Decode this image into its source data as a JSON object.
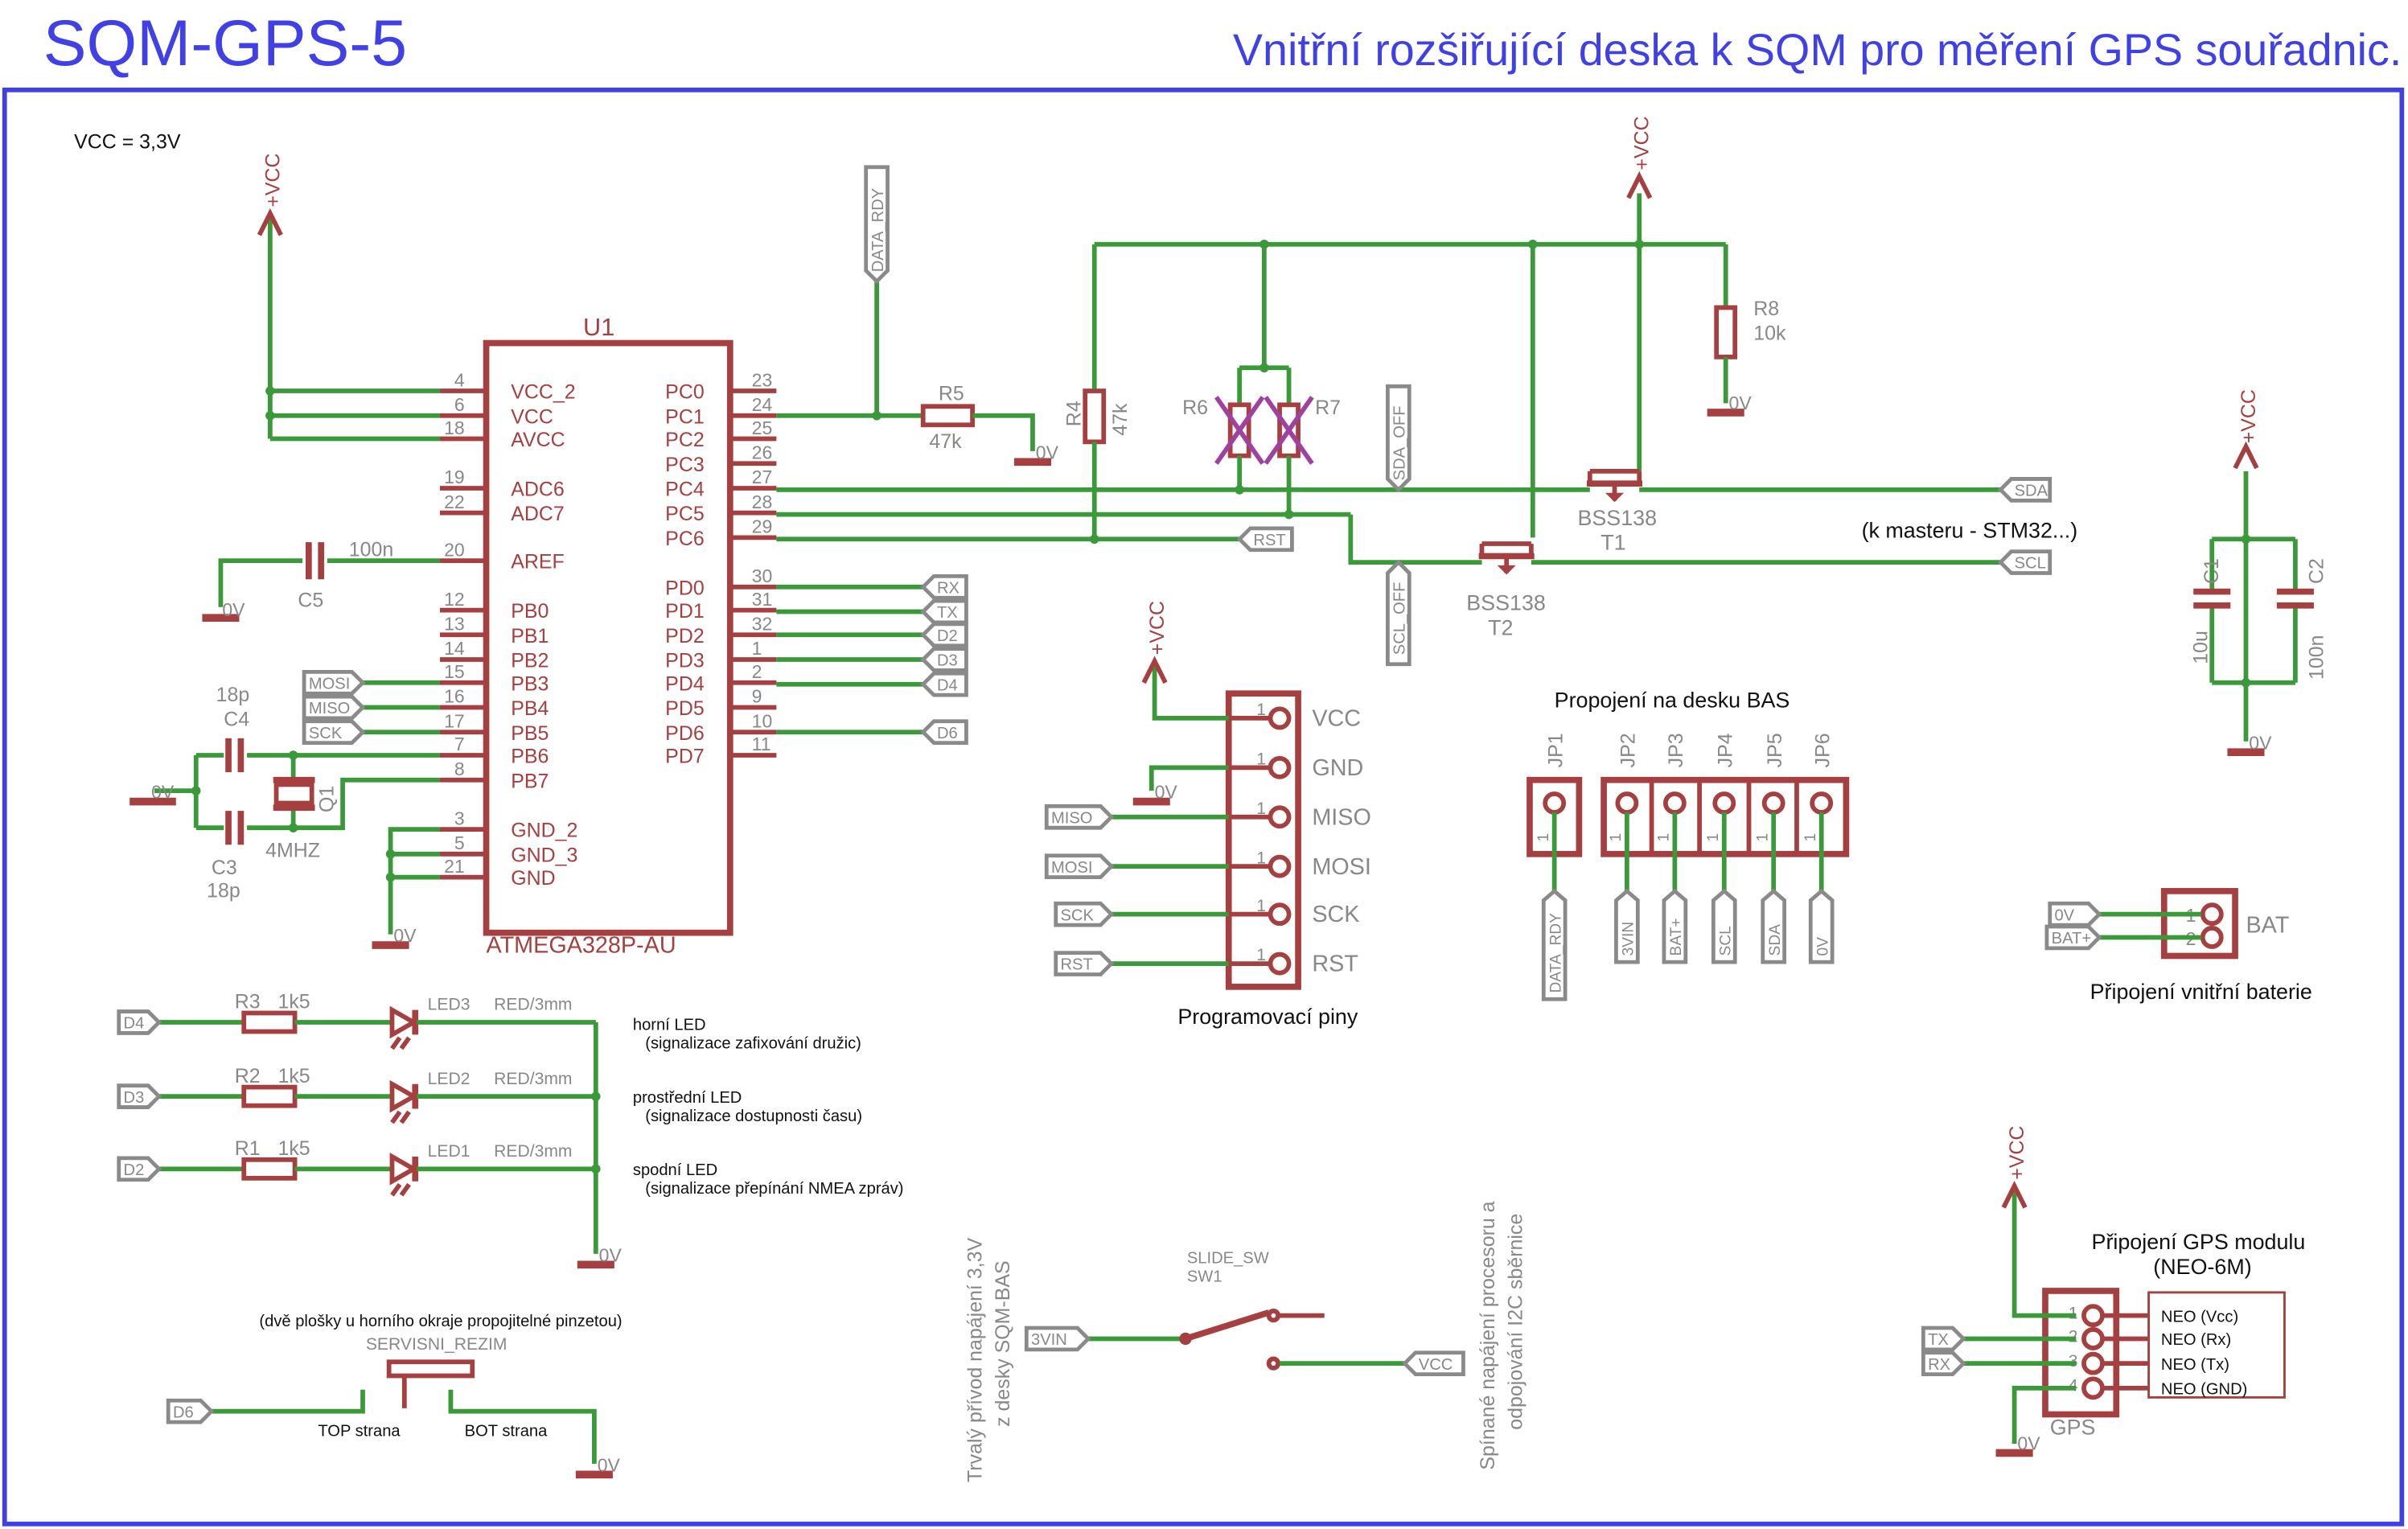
{
  "header": {
    "title": "SQM-GPS-5",
    "subtitle": "Vnitřní rozšiřující deska k SQM pro měření GPS souřadnic."
  },
  "note_vcc": "VCC = 3,3V",
  "power": {
    "vcc": "+VCC",
    "gnd": "0V"
  },
  "mcu": {
    "name": "U1",
    "part": "ATMEGA328P-AU",
    "left_pins": [
      {
        "num": "4",
        "name": "VCC_2"
      },
      {
        "num": "6",
        "name": "VCC"
      },
      {
        "num": "18",
        "name": "AVCC"
      },
      {
        "num": "19",
        "name": "ADC6"
      },
      {
        "num": "22",
        "name": "ADC7"
      },
      {
        "num": "20",
        "name": "AREF"
      },
      {
        "num": "12",
        "name": "PB0"
      },
      {
        "num": "13",
        "name": "PB1"
      },
      {
        "num": "14",
        "name": "PB2"
      },
      {
        "num": "15",
        "name": "PB3"
      },
      {
        "num": "16",
        "name": "PB4"
      },
      {
        "num": "17",
        "name": "PB5"
      },
      {
        "num": "7",
        "name": "PB6"
      },
      {
        "num": "8",
        "name": "PB7"
      },
      {
        "num": "3",
        "name": "GND_2"
      },
      {
        "num": "5",
        "name": "GND_3"
      },
      {
        "num": "21",
        "name": "GND"
      }
    ],
    "right_pins": [
      {
        "num": "23",
        "name": "PC0"
      },
      {
        "num": "24",
        "name": "PC1"
      },
      {
        "num": "25",
        "name": "PC2"
      },
      {
        "num": "26",
        "name": "PC3"
      },
      {
        "num": "27",
        "name": "PC4"
      },
      {
        "num": "28",
        "name": "PC5"
      },
      {
        "num": "29",
        "name": "PC6"
      },
      {
        "num": "30",
        "name": "PD0"
      },
      {
        "num": "31",
        "name": "PD1"
      },
      {
        "num": "32",
        "name": "PD2"
      },
      {
        "num": "1",
        "name": "PD3"
      },
      {
        "num": "2",
        "name": "PD4"
      },
      {
        "num": "9",
        "name": "PD5"
      },
      {
        "num": "10",
        "name": "PD6"
      },
      {
        "num": "11",
        "name": "PD7"
      }
    ]
  },
  "parts": {
    "c5": {
      "name": "C5",
      "value": "100n"
    },
    "c4": {
      "name": "C4",
      "value": "18p"
    },
    "c3": {
      "name": "C3",
      "value": "18p"
    },
    "q1": {
      "name": "Q1",
      "value": "4MHZ"
    },
    "r5": {
      "name": "R5",
      "value": "47k"
    },
    "r4": {
      "name": "R4",
      "value": "47k"
    },
    "r6": {
      "name": "R6"
    },
    "r7": {
      "name": "R7"
    },
    "r8": {
      "name": "R8",
      "value": "10k"
    },
    "t1": {
      "name": "T1",
      "value": "BSS138"
    },
    "t2": {
      "name": "T2",
      "value": "BSS138"
    },
    "c1": {
      "name": "C1",
      "value": "10u"
    },
    "c2": {
      "name": "C2",
      "value": "100n"
    },
    "r3": {
      "name": "R3",
      "value": "1k5"
    },
    "r2": {
      "name": "R2",
      "value": "1k5"
    },
    "r1": {
      "name": "R1",
      "value": "1k5"
    },
    "led3": {
      "name": "LED3",
      "value": "RED/3mm"
    },
    "led2": {
      "name": "LED2",
      "value": "RED/3mm"
    },
    "led1": {
      "name": "LED1",
      "value": "RED/3mm"
    },
    "sw1": {
      "name": "SW1",
      "value": "SLIDE_SW"
    }
  },
  "nets": {
    "data_rdy": "DATA_RDY",
    "sda_off": "SDA_OFF",
    "scl_off": "SCL_OFF",
    "sda": "SDA",
    "scl": "SCL",
    "rst": "RST",
    "rx": "RX",
    "tx": "TX",
    "d2": "D2",
    "d3": "D3",
    "d4": "D4",
    "d6": "D6",
    "mosi": "MOSI",
    "miso": "MISO",
    "sck": "SCK",
    "v3vin": "3VIN",
    "vcc": "VCC",
    "batp": "BAT+"
  },
  "notes": {
    "master": "(k masteru - STM32...)",
    "led_top": "horní LED",
    "led_top_sub": "(signalizace zafixování družic)",
    "led_mid": "prostřední LED",
    "led_mid_sub": "(signalizace dostupnosti času)",
    "led_bot": "spodní LED",
    "led_bot_sub": "(signalizace přepínání NMEA zpráv)",
    "service_note": "(dvě plošky u horního okraje propojitelné pinzetou)",
    "service_name": "SERVISNI_REZIM",
    "top_side": "TOP strana",
    "bot_side": "BOT strana",
    "sw_left_1": "Trvalý přívod napájení 3,3V",
    "sw_left_2": "z desky SQM-BAS",
    "sw_right_1": "Spínané napájení procesoru a",
    "sw_right_2": "odpojování I2C sběrnice"
  },
  "prog": {
    "title": "Programovací piny",
    "pins": [
      "VCC",
      "GND",
      "MISO",
      "MOSI",
      "SCK",
      "RST"
    ],
    "pin_num": "1"
  },
  "bas": {
    "title": "Propojení na desku BAS",
    "jumpers": [
      "JP1",
      "JP2",
      "JP3",
      "JP4",
      "JP5",
      "JP6"
    ],
    "nets": [
      "DATA_RDY",
      "3VIN",
      "BAT+",
      "SCL",
      "SDA",
      "0V"
    ]
  },
  "bat": {
    "label": "BAT",
    "caption": "Připojení vnitřní baterie",
    "pins": [
      "1",
      "2"
    ]
  },
  "gps": {
    "title_1": "Připojení GPS modulu",
    "title_2": "(NEO-6M)",
    "label": "GPS",
    "pins": [
      "1",
      "2",
      "3",
      "4"
    ],
    "names": [
      "NEO (Vcc)",
      "NEO (Rx)",
      "NEO (Tx)",
      "NEO (GND)"
    ]
  }
}
